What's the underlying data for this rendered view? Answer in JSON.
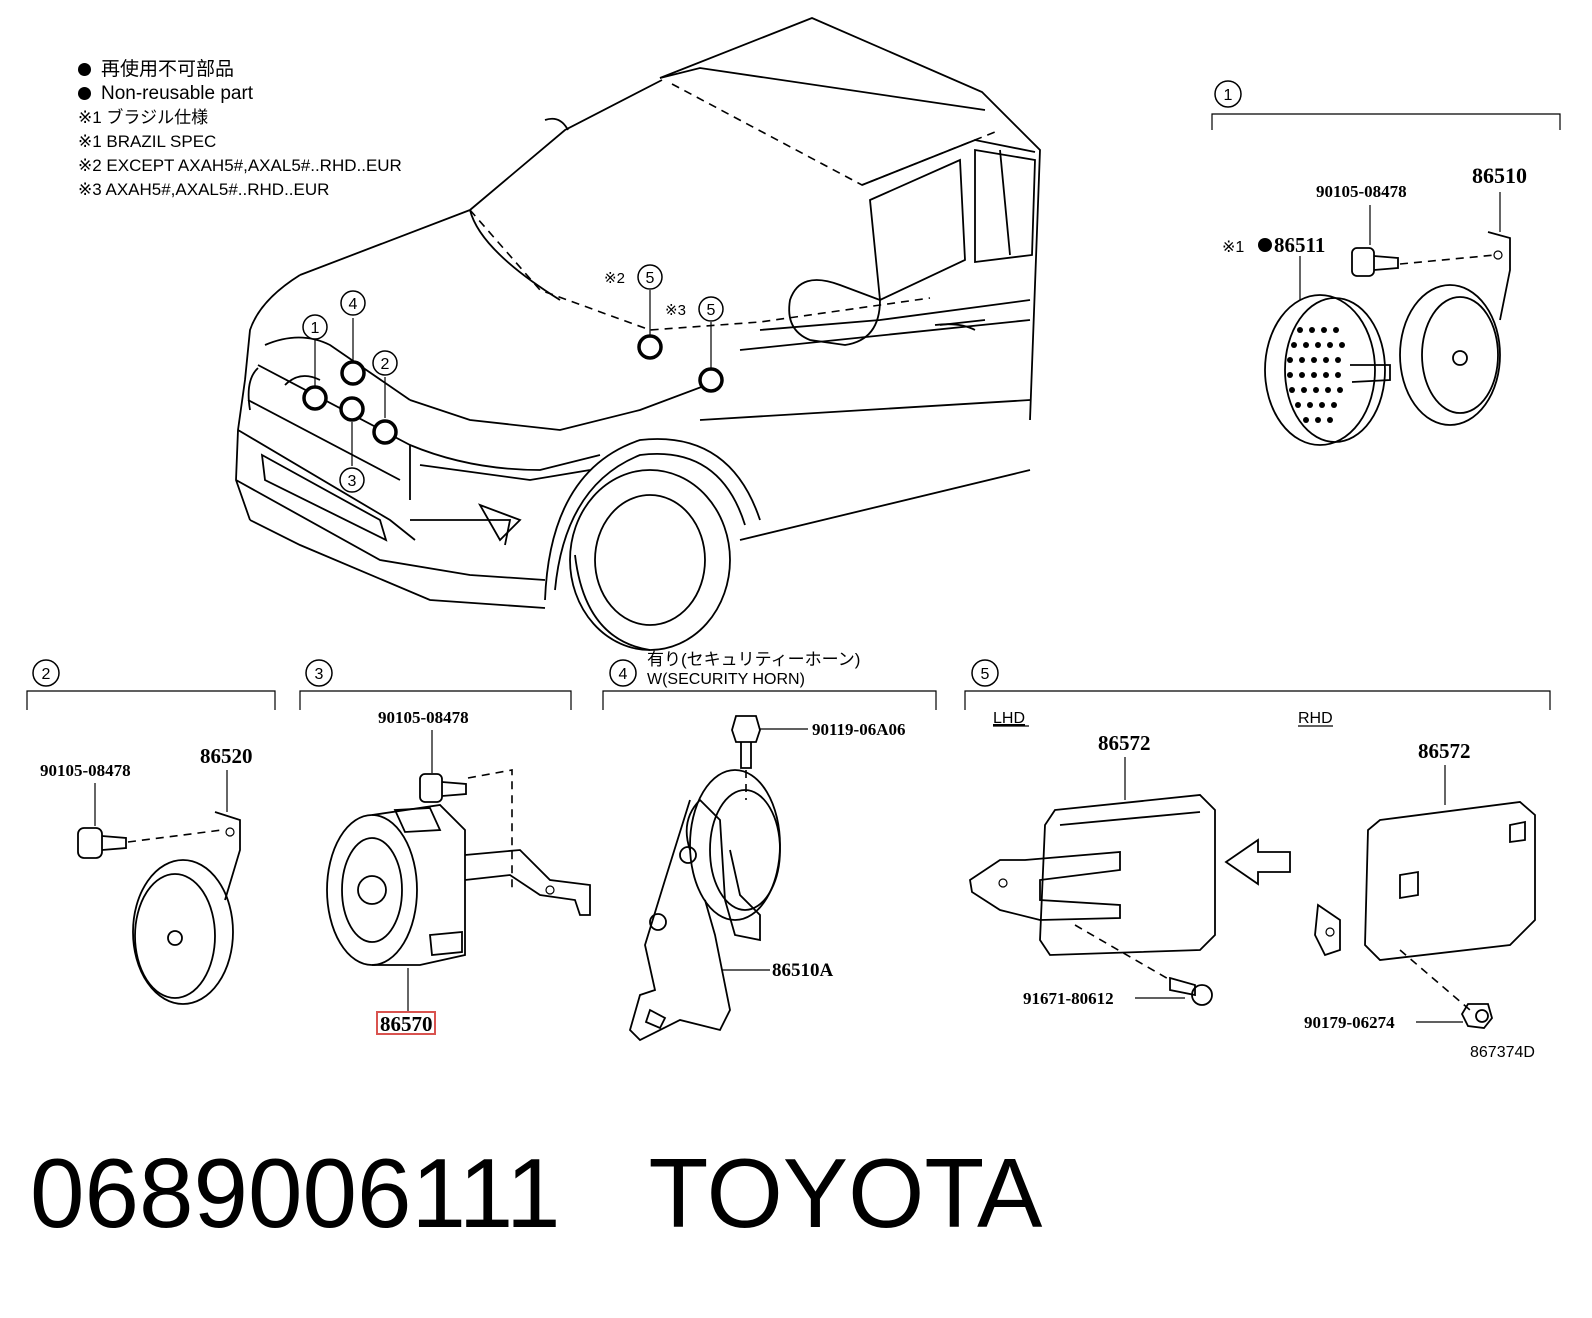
{
  "legend": {
    "line1": "再使用不可部品",
    "line2": "Non-reusable part",
    "line3": "※1 ブラジル仕様",
    "line4": "※1 BRAZIL SPEC",
    "line5": "※2 EXCEPT AXAH5#,AXAL5#..RHD..EUR",
    "line6": "※3 AXAH5#,AXAL5#..RHD..EUR"
  },
  "car": {
    "callouts": [
      "1",
      "4",
      "2",
      "3"
    ],
    "note2": "※2",
    "note3": "※3",
    "callout5": "5"
  },
  "group1": {
    "num": "1",
    "bolt_part": "90105-08478",
    "horn_part": "86510",
    "cover_prefix": "※1",
    "cover_part": "86511"
  },
  "group2": {
    "num": "2",
    "bolt_part": "90105-08478",
    "horn_part": "86520"
  },
  "group3": {
    "num": "3",
    "bolt_part": "90105-08478",
    "horn_part": "86570"
  },
  "group4": {
    "num": "4",
    "title_jp": "有り(セキュリティーホーン)",
    "title_en": "W(SECURITY HORN)",
    "bolt_part": "90119-06A06",
    "horn_part": "86510A"
  },
  "group5": {
    "num": "5",
    "lhd": "LHD",
    "rhd": "RHD",
    "lhd_part": "86572",
    "rhd_part": "86572",
    "lhd_bolt": "91671-80612",
    "rhd_bolt": "90179-06274",
    "diagram_code": "867374D"
  },
  "footer": {
    "part_number": "0689006111",
    "brand": "TOYOTA"
  },
  "highlight_color": "#d9534f"
}
